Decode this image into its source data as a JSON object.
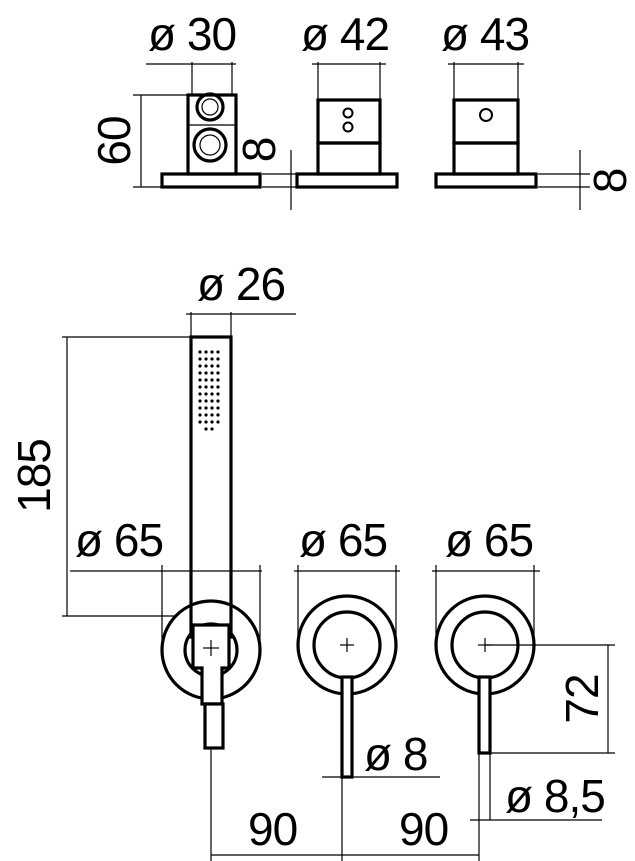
{
  "dimensions": {
    "top_d30": "ø 30",
    "top_d42": "ø 42",
    "top_d43": "ø 43",
    "top_h60": "60",
    "top_h8_left": "8",
    "top_h8_right": "8",
    "shower_d26": "ø 26",
    "shower_h185": "185",
    "rose_left_d65": "ø 65",
    "rose_mid_d65": "ø 65",
    "rose_right_d65": "ø 65",
    "lever_d8": "ø 8",
    "lever_d85": "ø 8,5",
    "lever_72": "72",
    "spacing_90_left": "90",
    "spacing_90_right": "90"
  }
}
